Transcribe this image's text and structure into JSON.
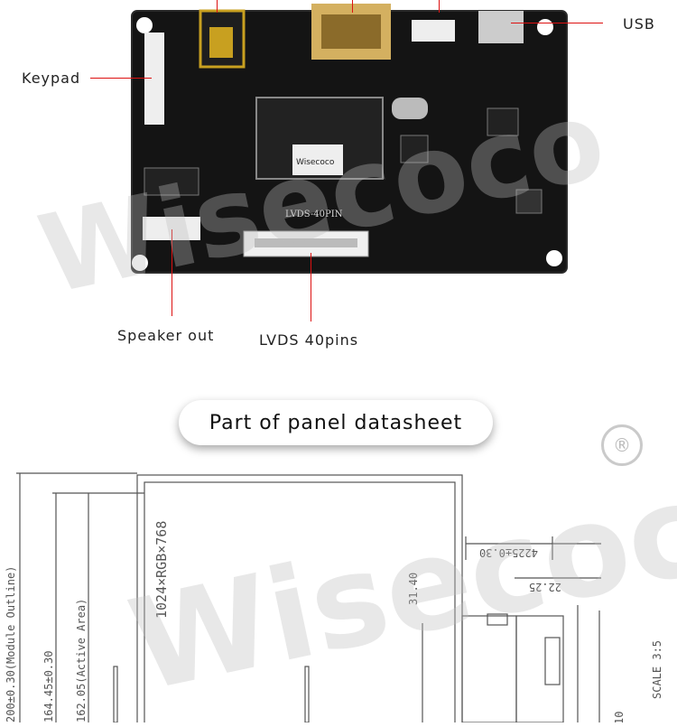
{
  "callouts": {
    "keypad": "Keypad",
    "usb": "USB",
    "speaker_out": "Speaker out",
    "lvds": "LVDS 40pins"
  },
  "board": {
    "chip_brand": "Wisecoco",
    "lvds_silk": "LVDS-40PIN"
  },
  "section_title": "Part of panel datasheet",
  "datasheet": {
    "resolution": "1024×RGB×768",
    "module_outline": "200±0.30(Module Outline)",
    "dim_164": "164.45±0.30",
    "active_area": "162.05(Active Area)",
    "dim_4225": "4225±0.30",
    "dim_2225": "22.25",
    "dim_3140": "31.40",
    "scale": "SCALE 3:5",
    "dim_10": "10"
  },
  "watermark": "Wisecoco",
  "registered_mark": "®"
}
